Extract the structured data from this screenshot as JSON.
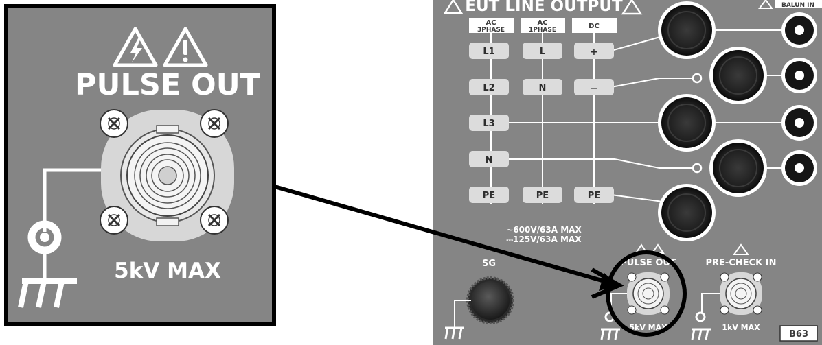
{
  "zoom_panel": {
    "title": "PULSE OUT",
    "rating": "5kV MAX"
  },
  "main_panel": {
    "header_title": "EUT LINE OUTPUT",
    "balun_label": "BALUN IN",
    "columns": [
      {
        "line1": "AC",
        "line2": "3PHASE"
      },
      {
        "line1": "AC",
        "line2": "1PHASE"
      },
      {
        "line1": "DC",
        "line2": ""
      }
    ],
    "terminals": {
      "ac3": [
        "L1",
        "L2",
        "L3",
        "N",
        "PE"
      ],
      "ac1": [
        "L",
        "N",
        "PE"
      ],
      "dc": [
        "+",
        "−",
        "PE"
      ]
    },
    "ratings": [
      "∼600V/63A MAX",
      "⎓125V/63A MAX"
    ],
    "sg_label": "SG",
    "pulse_out_label": "PULSE OUT",
    "pulse_out_rating": "5kV MAX",
    "precheck_label": "PRE-CHECK IN",
    "precheck_rating": "1kV MAX",
    "model_badge": "B63"
  },
  "colors": {
    "panel": "#858585",
    "terminal_box": "#dcdcdc",
    "callout": "#000000"
  }
}
